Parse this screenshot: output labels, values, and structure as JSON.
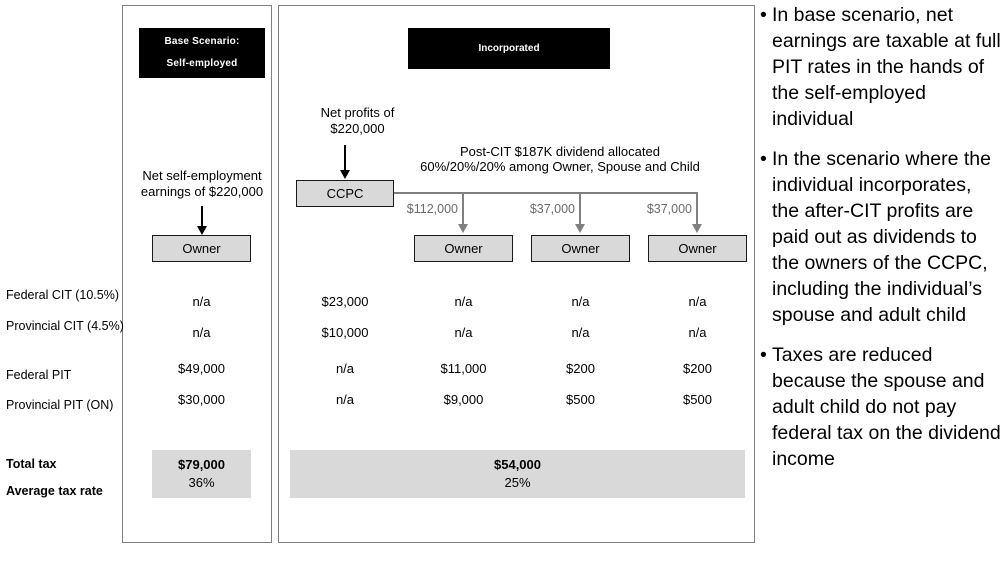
{
  "panels": {
    "base": {
      "banner_line1": "Base Scenario:",
      "banner_line2": "Self-employed",
      "inflow_label": "Net self-employment\nearnings of $220,000",
      "entity_label": "Owner"
    },
    "incorporated": {
      "banner": "Incorporated",
      "inflow_label": "Net profits of\n$220,000",
      "corp_label": "CCPC",
      "allocation_note": "Post-CIT $187K dividend allocated\n60%/20%/20% among Owner, Spouse and Child",
      "owners": [
        {
          "entity_label": "Owner",
          "dividend": "$112,000"
        },
        {
          "entity_label": "Owner",
          "dividend": "$37,000"
        },
        {
          "entity_label": "Owner",
          "dividend": "$37,000"
        }
      ]
    }
  },
  "table": {
    "row_labels": [
      "Federal CIT (10.5%)",
      "Provincial CIT (4.5%)",
      "Federal PIT",
      "Provincial PIT (ON)"
    ],
    "summary_labels": [
      "Total tax",
      "Average tax rate"
    ],
    "base_column": {
      "federal_cit": "n/a",
      "provincial_cit": "n/a",
      "federal_pit": "$49,000",
      "provincial_pit": "$30,000",
      "total_tax": "$79,000",
      "average_tax_rate": "36%"
    },
    "incorporated_columns": {
      "ccpc": {
        "federal_cit": "$23,000",
        "provincial_cit": "$10,000",
        "federal_pit": "n/a",
        "provincial_pit": "n/a"
      },
      "owner_1": {
        "federal_cit": "n/a",
        "provincial_cit": "n/a",
        "federal_pit": "$11,000",
        "provincial_pit": "$9,000"
      },
      "owner_2": {
        "federal_cit": "n/a",
        "provincial_cit": "n/a",
        "federal_pit": "$200",
        "provincial_pit": "$500"
      },
      "owner_3": {
        "federal_cit": "n/a",
        "provincial_cit": "n/a",
        "federal_pit": "$200",
        "provincial_pit": "$500"
      },
      "total_tax": "$54,000",
      "average_tax_rate": "25%"
    }
  },
  "notes": {
    "bullet_marker": "•",
    "items": [
      "In base scenario, net earnings are taxable at full PIT rates in the hands of the self-employed individual",
      "In the scenario where the individual incorporates, the after-CIT profits are paid out as dividends to the owners of the CCPC, including the individual’s spouse and adult child",
      "Taxes are reduced because the spouse and adult child do not pay federal tax on the dividend income"
    ]
  },
  "colors": {
    "banner_bg": "#000000",
    "box_fill": "#d9d9d9",
    "connector": "#7f7f7f",
    "panel_border": "#808080"
  }
}
